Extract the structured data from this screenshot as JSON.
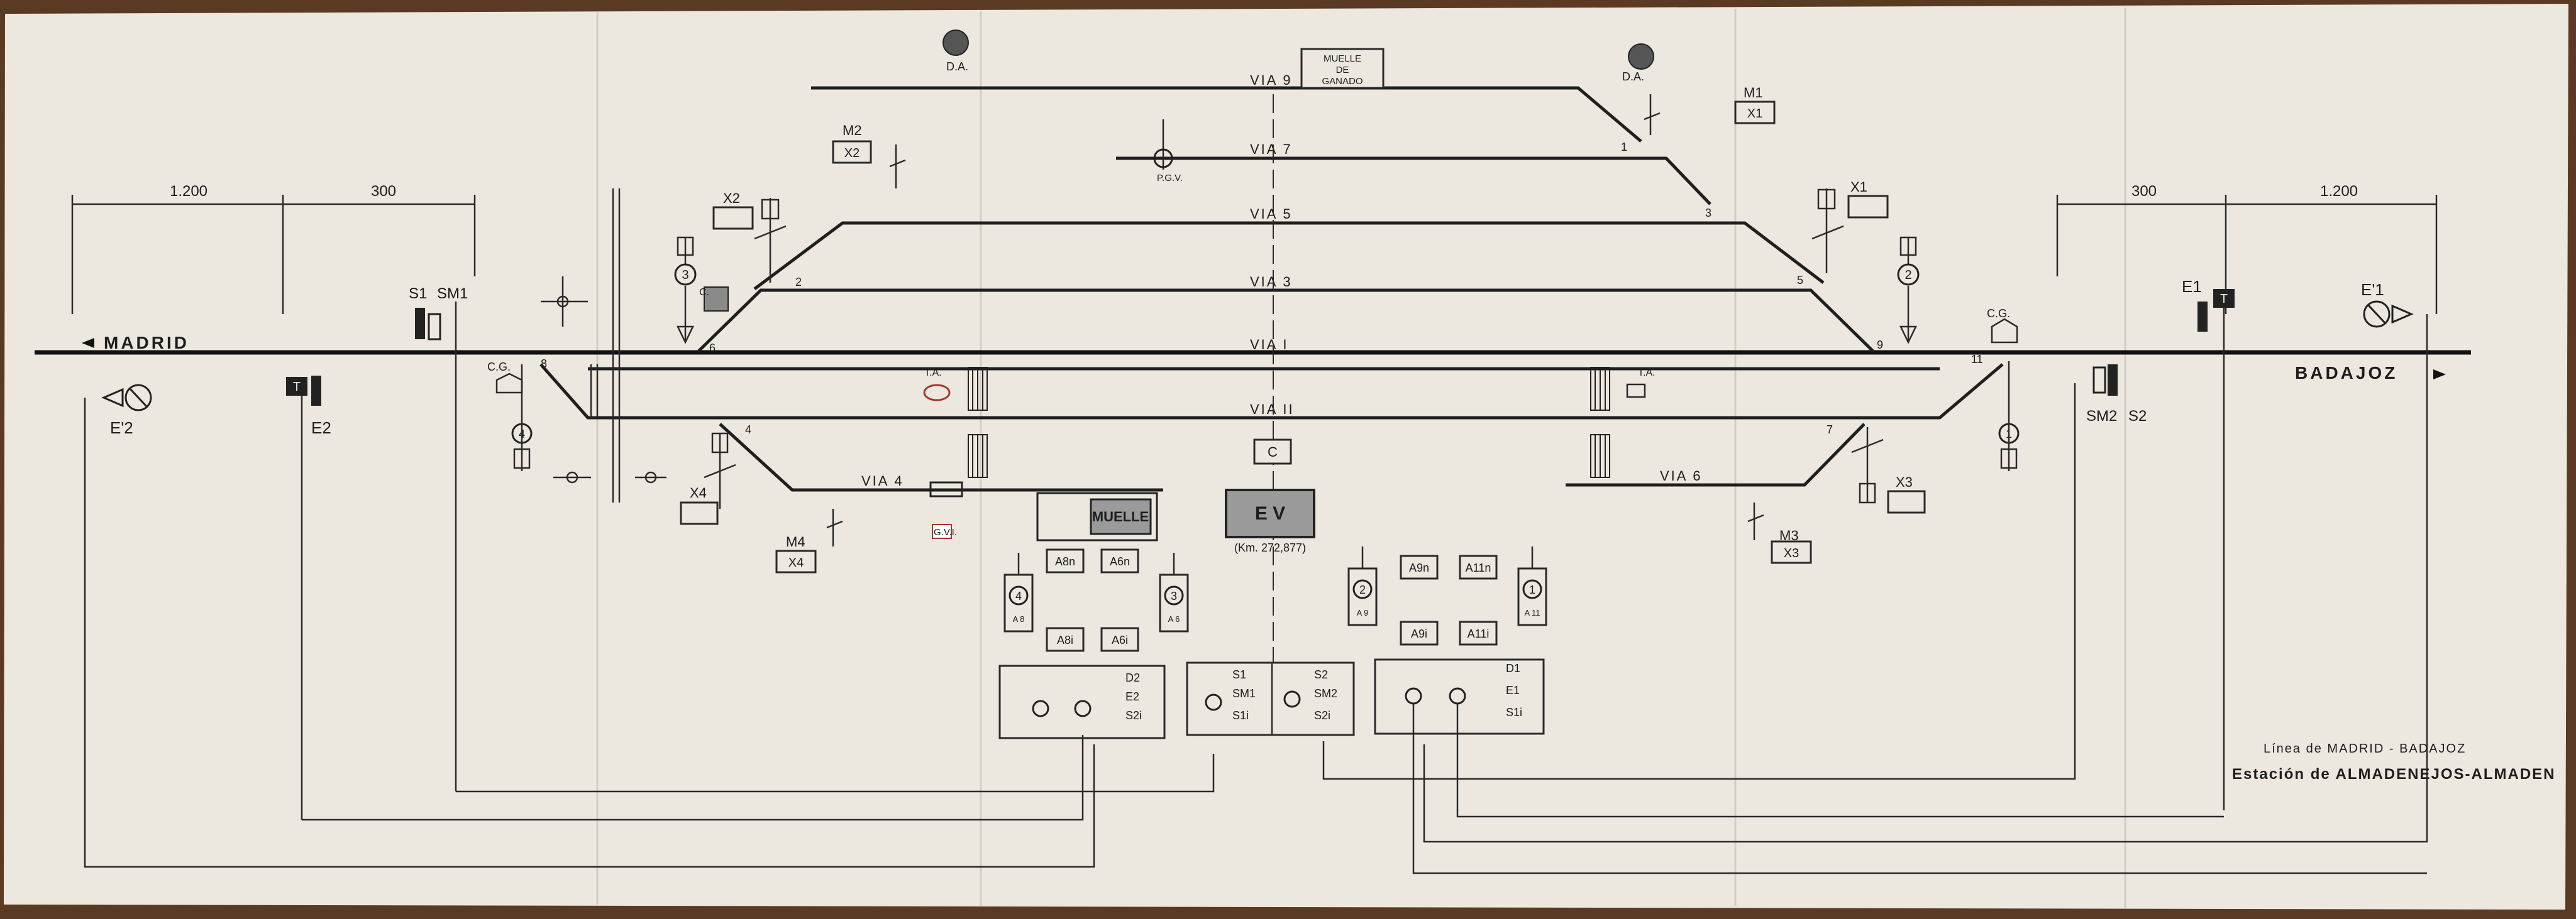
{
  "title": {
    "line": "Línea de MADRID - BADAJOZ",
    "station": "Estación de ALMADENEJOS-ALMADEN"
  },
  "directions": {
    "left": "MADRID",
    "right": "BADAJOZ"
  },
  "dimensions": {
    "left_outer": "1.200",
    "left_inner": "300",
    "right_inner": "300",
    "right_outer": "1.200"
  },
  "tracks": {
    "via_9": "VIA 9",
    "via_7": "VIA 7",
    "via_5": "VIA 5",
    "via_3": "VIA 3",
    "via_1": "VIA I",
    "via_2": "VIA II",
    "via_4": "VIA 4",
    "via_6": "VIA 6"
  },
  "switch_numbers": [
    "2",
    "6",
    "8",
    "4",
    "1",
    "3",
    "5",
    "9",
    "11",
    "7"
  ],
  "signals": {
    "s1": "S1",
    "sm1": "SM1",
    "e1": "E1",
    "e1_prime": "E'1",
    "e2": "E2",
    "e2_prime": "E'2",
    "s2": "S2",
    "sm2": "SM2",
    "t_left": "T",
    "t_right": "T"
  },
  "boxes": {
    "muelle_ganado": [
      "MUELLE",
      "DE",
      "GANADO"
    ],
    "m2_label": "M2",
    "m2_box": "X2",
    "m1_label": "M1",
    "m1_box": "X1",
    "x2": "X2",
    "x1": "X1",
    "x4": "X4",
    "x3": "X3",
    "m4_label": "M4",
    "m4_box": "X4",
    "m3_label": "M3",
    "m3_box": "X3",
    "muelle": "MUELLE",
    "ev": "E V",
    "ev_km": "(Km. 272,877)",
    "c": "C"
  },
  "markers": {
    "da_left": "D.A.",
    "da_right": "D.A.",
    "pgv": "P.G.V.",
    "cg_left": "C.G.",
    "cg_right": "C.G.",
    "cg_center_left": "C.",
    "ta_left": "T.A.",
    "ta_right": "T.A.",
    "gvi": "G.V.I."
  },
  "lever_numbers": {
    "l4": "4",
    "l3": "3",
    "l2": "2",
    "l1": "1",
    "c3": "3",
    "c4": "4",
    "c2": "2",
    "c1": "1"
  },
  "lever_labels": {
    "a8": "A 8",
    "a6": "A 6",
    "a9": "A 9",
    "a11": "A 11"
  },
  "lock_boxes": {
    "a8n": "A8n",
    "a6n": "A6n",
    "a8i": "A8i",
    "a6i": "A6i",
    "a9n": "A9n",
    "a11n": "A11n",
    "a9i": "A9i",
    "a11i": "A11i"
  },
  "panels": {
    "left": [
      "D2",
      "E2",
      "S2i"
    ],
    "middle_left": [
      "S1",
      "SM1",
      "S1i"
    ],
    "middle_right": [
      "S2",
      "SM2",
      "S2i"
    ],
    "right": [
      "D1",
      "E1",
      "S1i"
    ]
  },
  "colors": {
    "paper": "#ece8df",
    "ink": "#1f1f1f",
    "table": "#5a3a22",
    "stamp_red": "#a03a2a"
  }
}
